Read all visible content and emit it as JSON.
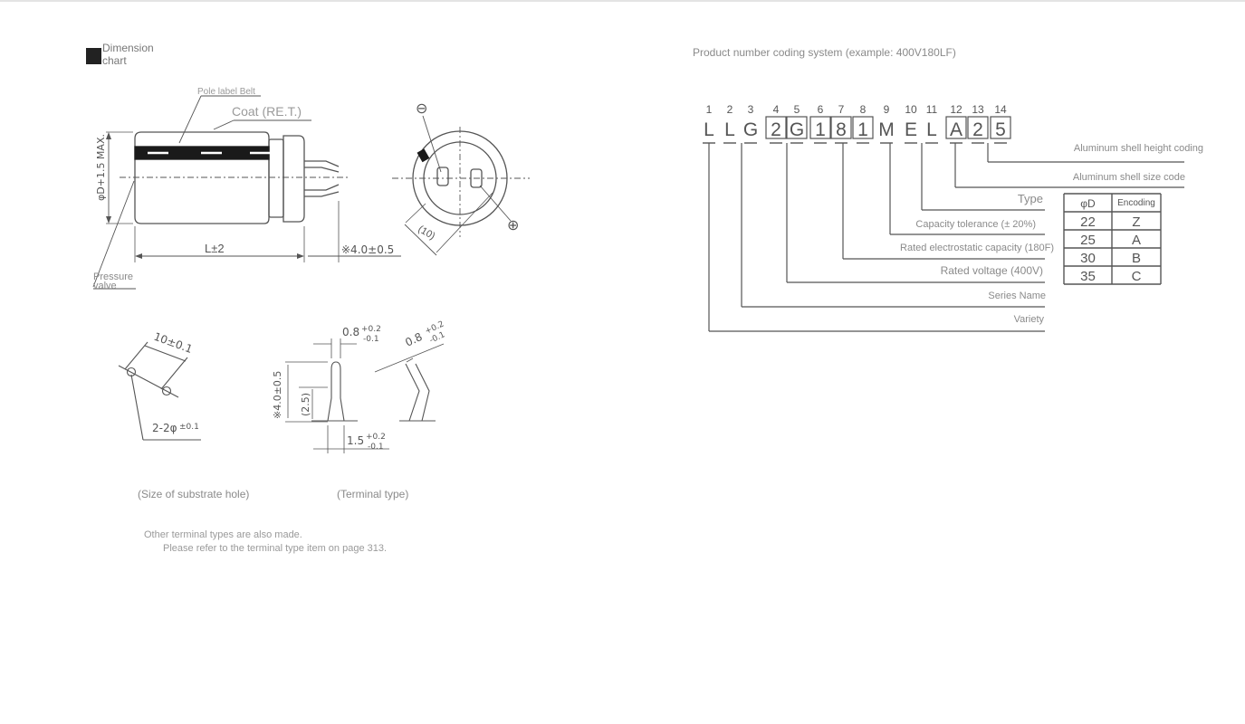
{
  "header": {
    "dimension_title_line1": "Dimension",
    "dimension_title_line2": "chart",
    "coding_title": "Product number coding system (example: 400V180LF)"
  },
  "dimension_labels": {
    "pole_label": "Pole label Belt",
    "coat": "Coat (RE.T.)",
    "diameter": "φD+1.5 MAX.",
    "length": "L±2",
    "terminal_len": "※4.0±0.5",
    "pitch": "(10)",
    "minus": "⊖",
    "plus": "⊕",
    "pressure_valve_1": "Pressure",
    "pressure_valve_2": "valve",
    "hole_pitch": "10±0.1",
    "hole_dia": "2-2φ",
    "hole_dia_tol": "±0.1",
    "term_thick": "0.8",
    "term_thick_tol_up": "+0.2",
    "term_thick_tol_dn": "-0.1",
    "term_height": "※4.0±0.5",
    "term_inner": "(2.5)",
    "term_width": "1.5",
    "term_width_tol_up": "+0.2",
    "term_width_tol_dn": "-0.1",
    "caption_hole": "(Size of substrate hole)",
    "caption_terminal": "(Terminal type)",
    "note_1": "Other terminal types are also made.",
    "note_2": "Please refer to the terminal type item on page 313."
  },
  "coding": {
    "positions": [
      "1",
      "2",
      "3",
      "4",
      "5",
      "6",
      "7",
      "8",
      "9",
      "10",
      "11",
      "12",
      "13",
      "14"
    ],
    "chars": [
      "L",
      "L",
      "G",
      "2",
      "G",
      "1",
      "8",
      "1",
      "M",
      "E",
      "L",
      "A",
      "2",
      "5"
    ],
    "boxed": [
      false,
      false,
      false,
      true,
      true,
      true,
      true,
      true,
      false,
      false,
      false,
      true,
      true,
      true
    ],
    "fields": {
      "height": "Aluminum shell height coding",
      "size": "Aluminum shell size code",
      "type": "Type",
      "tolerance": "Capacity tolerance (± 20%)",
      "capacity": "Rated electrostatic capacity (180F)",
      "voltage": "Rated voltage (400V)",
      "series": "Series Name",
      "variety": "Variety"
    },
    "table": {
      "headers": [
        "φD",
        "Encoding"
      ],
      "rows": [
        [
          "22",
          "Z"
        ],
        [
          "25",
          "A"
        ],
        [
          "30",
          "B"
        ],
        [
          "35",
          "C"
        ]
      ]
    }
  }
}
